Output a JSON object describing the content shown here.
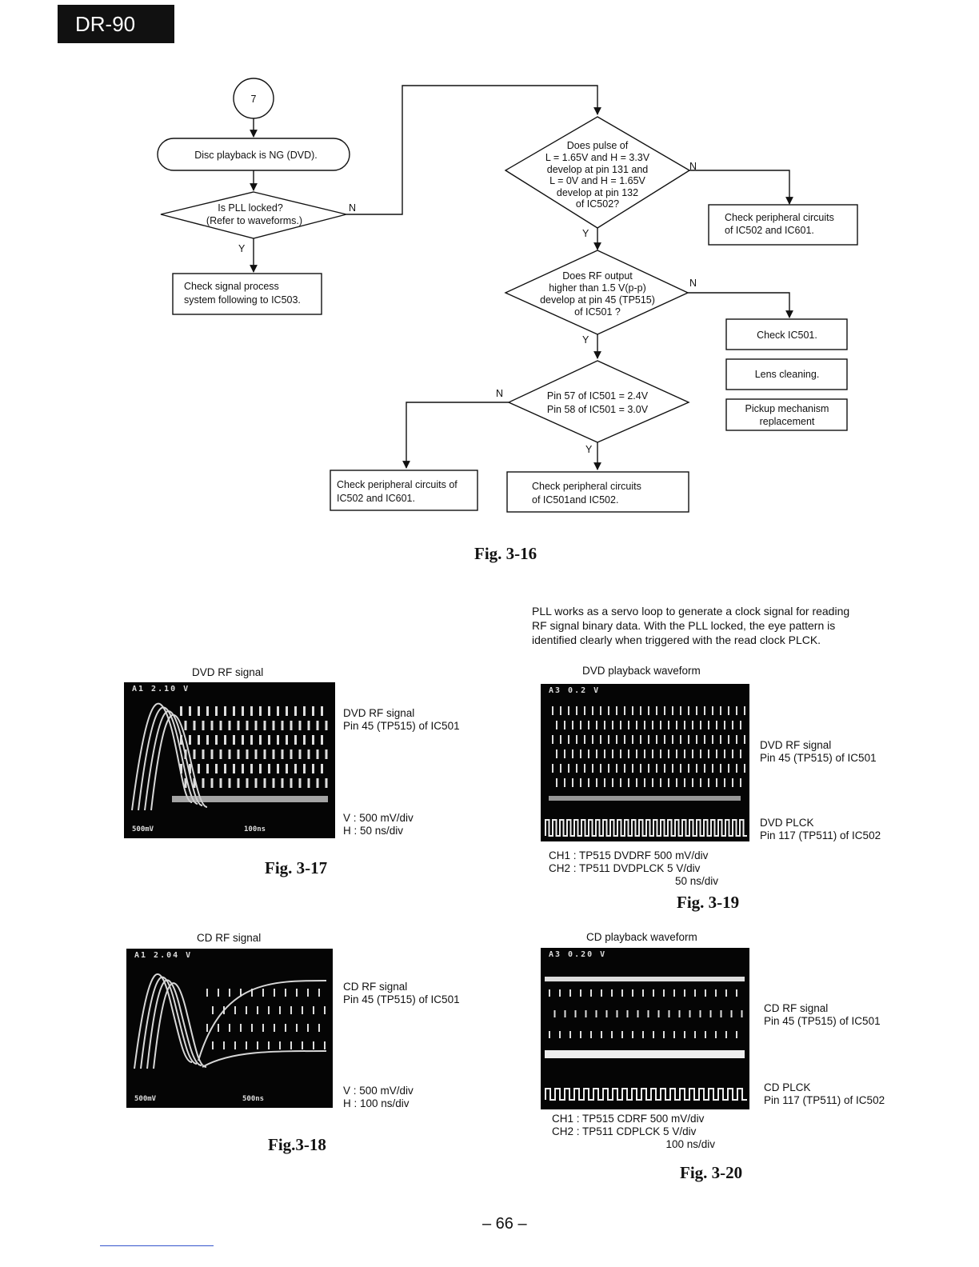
{
  "header": {
    "model": "DR-90"
  },
  "flowchart": {
    "start_node": "7",
    "disc_ng": "Disc playback is NG (DVD).",
    "pll_q": [
      "Is PLL locked?",
      "(Refer to waveforms.)"
    ],
    "check_signal": [
      "Check signal process",
      "system following to IC503."
    ],
    "pulse_q": [
      "Does pulse of",
      "L = 1.65V and H = 3.3V",
      "develop at pin 131 and",
      "L = 0V and H = 1.65V",
      "develop at pin 132",
      "of IC502?"
    ],
    "check_peri_1": [
      "Check peripheral circuits",
      "of IC502 and IC601."
    ],
    "rf_q": [
      "Does RF output",
      "higher than 1.5 V(p-p)",
      "develop at pin 45 (TP515)",
      "of IC501 ?"
    ],
    "check_ic501": "Check IC501.",
    "lens_cleaning": "Lens cleaning.",
    "pickup": [
      "Pickup mechanism",
      "replacement"
    ],
    "pin_q": [
      "Pin 57 of IC501 = 2.4V",
      "Pin 58 of IC501 = 3.0V"
    ],
    "check_peri_2": [
      "Check peripheral circuits of",
      "IC502 and IC601."
    ],
    "check_peri_3": [
      "Check peripheral circuits",
      "of IC501and IC502."
    ],
    "yes": "Y",
    "no": "N"
  },
  "fig_3_16": "Fig. 3-16",
  "pll_note": [
    "PLL works as a servo loop to generate a clock signal for reading",
    "RF signal binary data. With the PLL locked, the eye pattern is",
    "identified clearly when triggered with the read clock PLCK."
  ],
  "fig17": {
    "title": "DVD RF signal",
    "scope_top": "A1   2.10 V",
    "scope_bl": "500mV",
    "scope_bm": "100ns",
    "signal": [
      "DVD RF signal",
      "Pin 45 (TP515) of IC501"
    ],
    "settings": [
      "V : 500 mV/div",
      "H : 50 ns/div"
    ],
    "label": "Fig. 3-17"
  },
  "fig18": {
    "title": "CD RF signal",
    "scope_top": "A1   2.04 V",
    "scope_bl": "500mV",
    "scope_bm": "500ns",
    "signal": [
      "CD RF signal",
      "Pin 45 (TP515) of IC501"
    ],
    "settings": [
      "V : 500 mV/div",
      "H : 100 ns/div"
    ],
    "label": "Fig.3-18"
  },
  "fig19": {
    "title": "DVD playback waveform",
    "scope_top": "A3   0.2 V",
    "ch1_label": [
      "DVD RF signal",
      "Pin 45 (TP515) of IC501"
    ],
    "ch2_label": [
      "DVD PLCK",
      "Pin 117 (TP511) of IC502"
    ],
    "channels": [
      "CH1 : TP515 DVDRF  500 mV/div",
      "CH2 : TP511 DVDPLCK    5 V/div",
      "50 ns/div"
    ],
    "label": "Fig. 3-19"
  },
  "fig20": {
    "title": "CD playback waveform",
    "scope_top": "A3   0.20 V",
    "ch1_label": [
      "CD RF signal",
      "Pin 45 (TP515) of IC501"
    ],
    "ch2_label": [
      "CD PLCK",
      "Pin 117 (TP511) of IC502"
    ],
    "channels": [
      "CH1 : TP515 CDRF  500 mV/div",
      "CH2 : TP511 CDPLCK    5 V/div",
      "100 ns/div"
    ],
    "label": "Fig. 3-20"
  },
  "page_number": "– 66 –"
}
